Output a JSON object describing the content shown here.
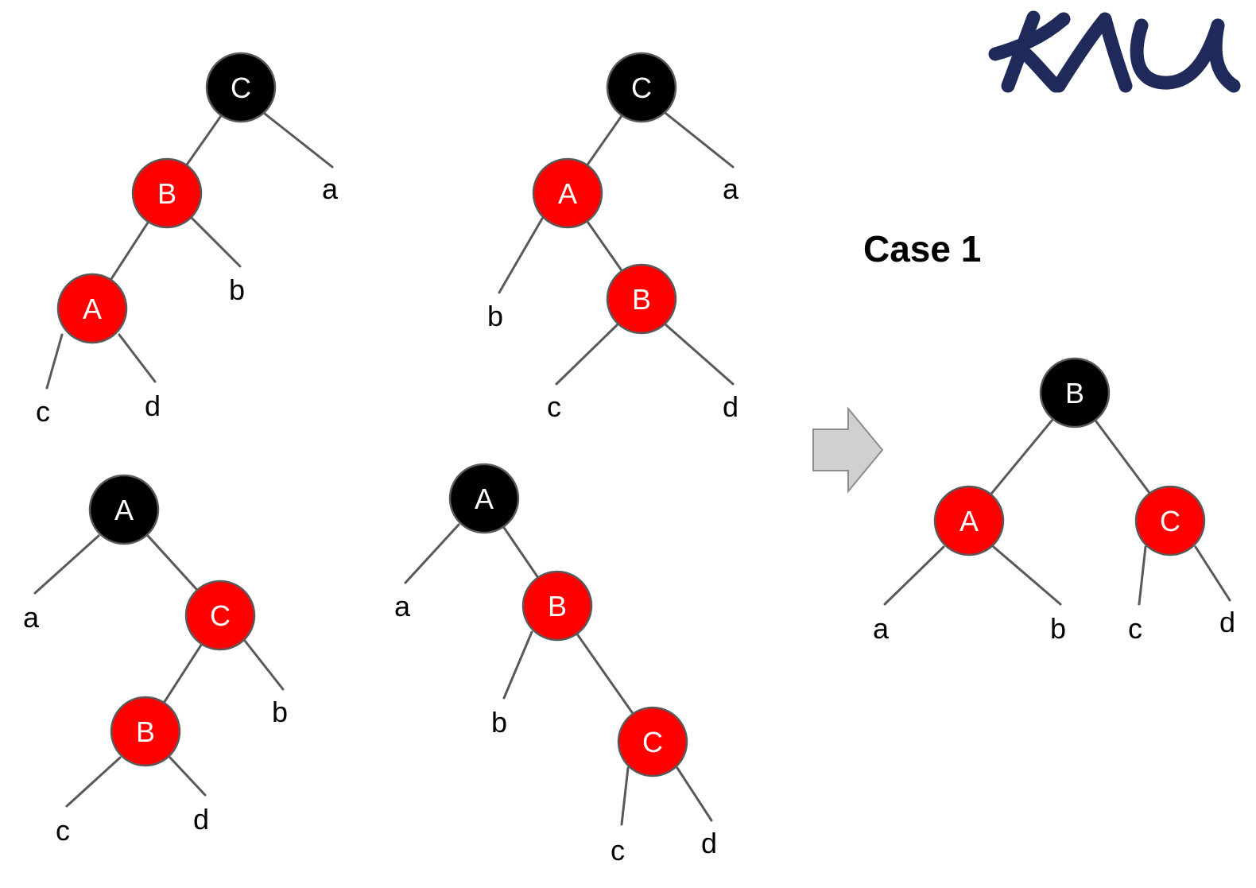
{
  "title": "Case 1",
  "logo_text": "KAU",
  "colors": {
    "red_node": "#ff0000",
    "black_node": "#000000",
    "edge": "#595959",
    "arrow_fill": "#d0d0d0",
    "arrow_stroke": "#8c8c8c",
    "logo": "#1f2a5a"
  },
  "icons": {
    "arrow": "right-arrow-icon",
    "logo": "kau-logo"
  },
  "trees": [
    {
      "id": "tree-1",
      "nodes": [
        {
          "label": "C",
          "color": "black"
        },
        {
          "label": "B",
          "color": "red"
        },
        {
          "label": "A",
          "color": "red"
        }
      ],
      "leaves": [
        "a",
        "b",
        "c",
        "d"
      ]
    },
    {
      "id": "tree-2",
      "nodes": [
        {
          "label": "C",
          "color": "black"
        },
        {
          "label": "A",
          "color": "red"
        },
        {
          "label": "B",
          "color": "red"
        }
      ],
      "leaves": [
        "a",
        "b",
        "c",
        "d"
      ]
    },
    {
      "id": "tree-3",
      "nodes": [
        {
          "label": "A",
          "color": "black"
        },
        {
          "label": "C",
          "color": "red"
        },
        {
          "label": "B",
          "color": "red"
        }
      ],
      "leaves": [
        "a",
        "b",
        "c",
        "d"
      ]
    },
    {
      "id": "tree-4",
      "nodes": [
        {
          "label": "A",
          "color": "black"
        },
        {
          "label": "B",
          "color": "red"
        },
        {
          "label": "C",
          "color": "red"
        }
      ],
      "leaves": [
        "a",
        "b",
        "c",
        "d"
      ]
    },
    {
      "id": "tree-result",
      "nodes": [
        {
          "label": "B",
          "color": "black"
        },
        {
          "label": "A",
          "color": "red"
        },
        {
          "label": "C",
          "color": "red"
        }
      ],
      "leaves": [
        "a",
        "b",
        "c",
        "d"
      ]
    }
  ]
}
